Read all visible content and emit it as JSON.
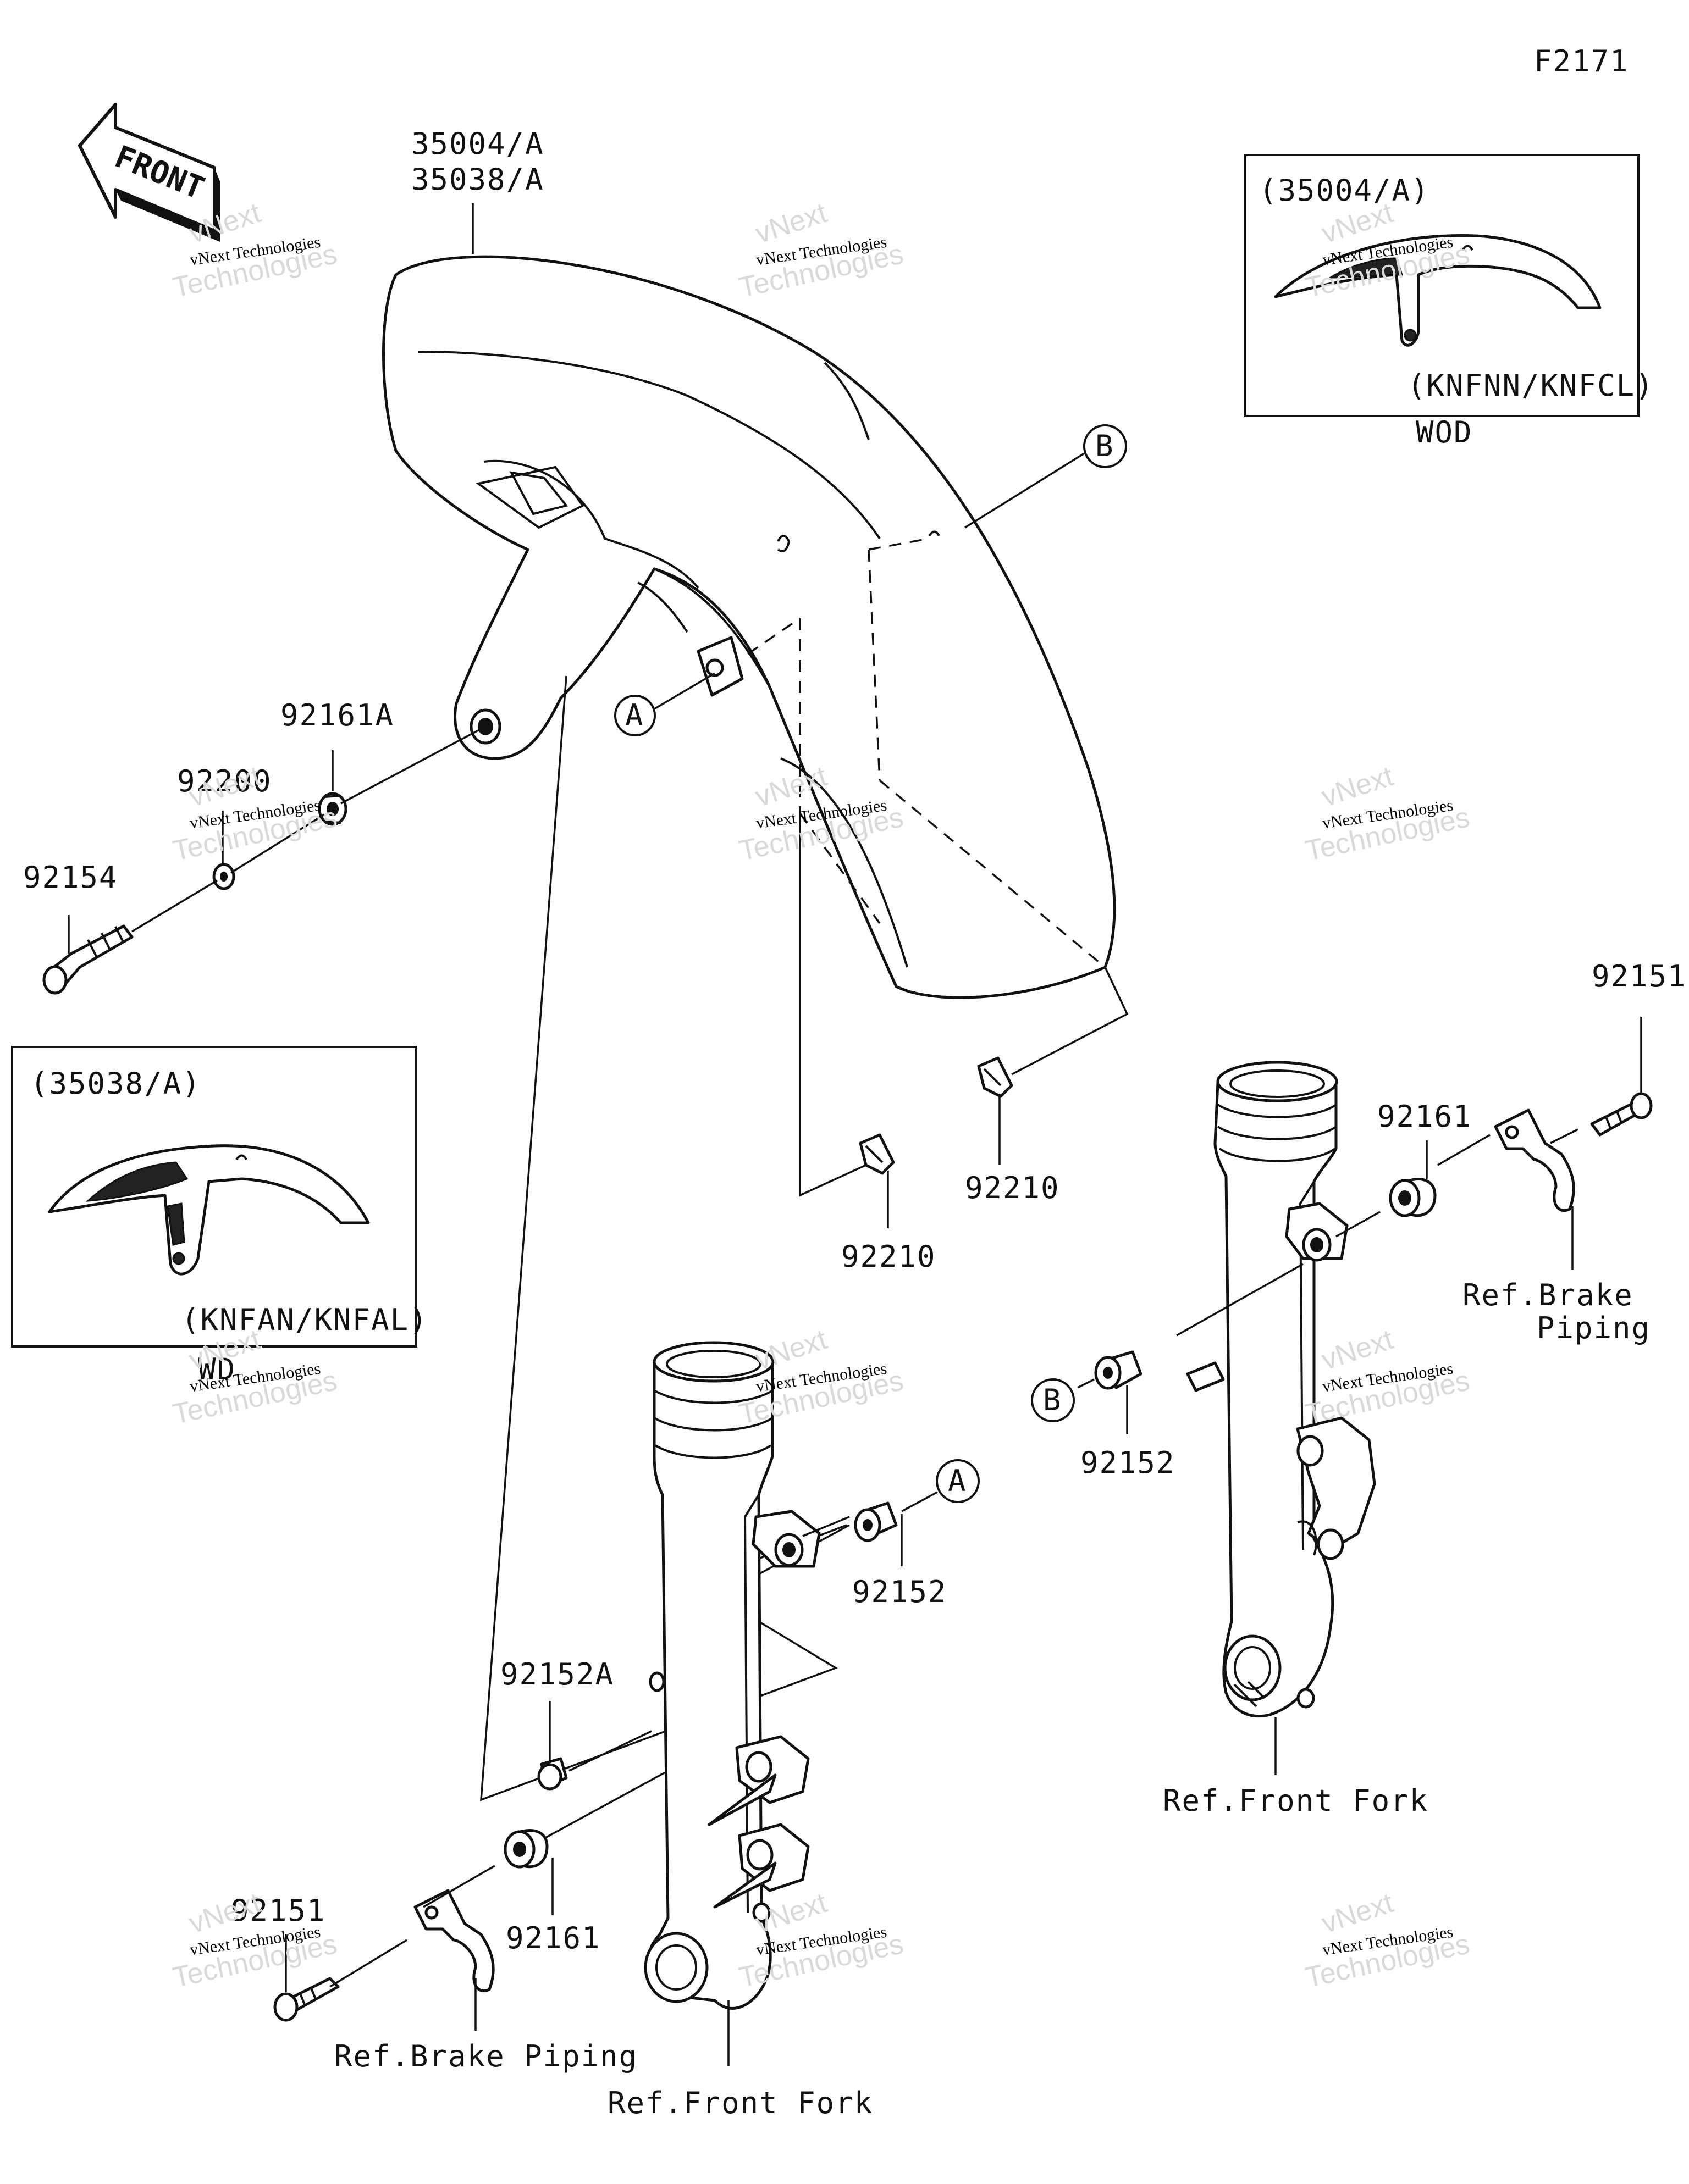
{
  "figure_code": "F2171",
  "front_arrow_text": "FRONT",
  "labels": {
    "fender": [
      "35004/A",
      "35038/A"
    ],
    "p92161A": "92161A",
    "p92200": "92200",
    "p92154": "92154",
    "p92210_left": "92210",
    "p92210_right": "92210",
    "p92151_right": "92151",
    "p92161_right": "92161",
    "p92152_right": "92152",
    "p92152_left": "92152",
    "p92152A": "92152A",
    "p92161_left": "92161",
    "p92151_left": "92151",
    "ref_brake_right": [
      "Ref.Brake",
      "Piping"
    ],
    "ref_front_fork_right": "Ref.Front Fork",
    "ref_brake_left": "Ref.Brake Piping",
    "ref_front_fork_left": "Ref.Front Fork"
  },
  "callouts": {
    "a": "A",
    "b": "B"
  },
  "inset_wod": {
    "part": "(35004/A)",
    "models": "(KNFNN/KNFCL)",
    "caption": "WOD"
  },
  "inset_wd": {
    "part": "(35038/A)",
    "models": "(KNFAN/KNFAL)",
    "caption": "WD"
  },
  "watermark": {
    "line1": "vNext Technologies",
    "line2": "Technologies",
    "line3": "vNext"
  }
}
